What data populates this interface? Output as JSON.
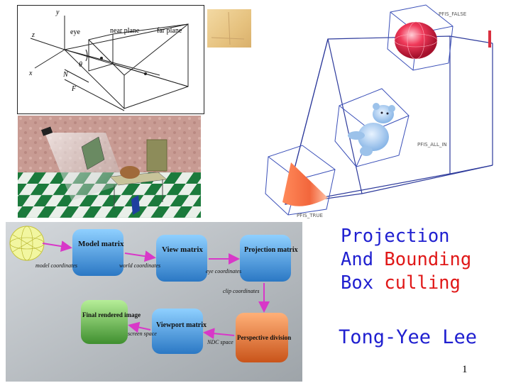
{
  "colors": {
    "title_blue": "#2020d0",
    "title_red": "#e01818",
    "cube_blue": "#3f8fd6",
    "cube_green": "#5fae4a",
    "cube_orange": "#e0712a",
    "arrow_magenta": "#d838c8",
    "wire_blue": "#2d3a9b"
  },
  "frustum": {
    "y": "y",
    "z": "z",
    "x": "x",
    "eye": "eye",
    "near_plane": "near plane",
    "far_plane": "far plane",
    "theta": "θ",
    "n": "N",
    "f": "F"
  },
  "culling": {
    "false_label": "PFIS_FALSE",
    "all_in_label": "PFIS_ALL_IN",
    "true_label": "PFIS_TRUE"
  },
  "pipeline": {
    "model_matrix": "Model matrix",
    "view_matrix": "View matrix",
    "projection_matrix": "Projection matrix",
    "final_image": "Final rendered image",
    "viewport_matrix": "Viewport matrix",
    "perspective_division": "Perspective division",
    "model_coords": "model coordinates",
    "world_coords": "world coordinates",
    "eye_coords": "eye coordinates",
    "clip_coords": "clip coordinates",
    "ndc_space": "NDC space",
    "screen_space": "screen space"
  },
  "title": {
    "line1": "Projection",
    "line2_a": "And ",
    "line2_b": "Bounding",
    "line3_a": "Box ",
    "line3_b": "culling"
  },
  "author": "Tong-Yee Lee",
  "page_number": "1"
}
